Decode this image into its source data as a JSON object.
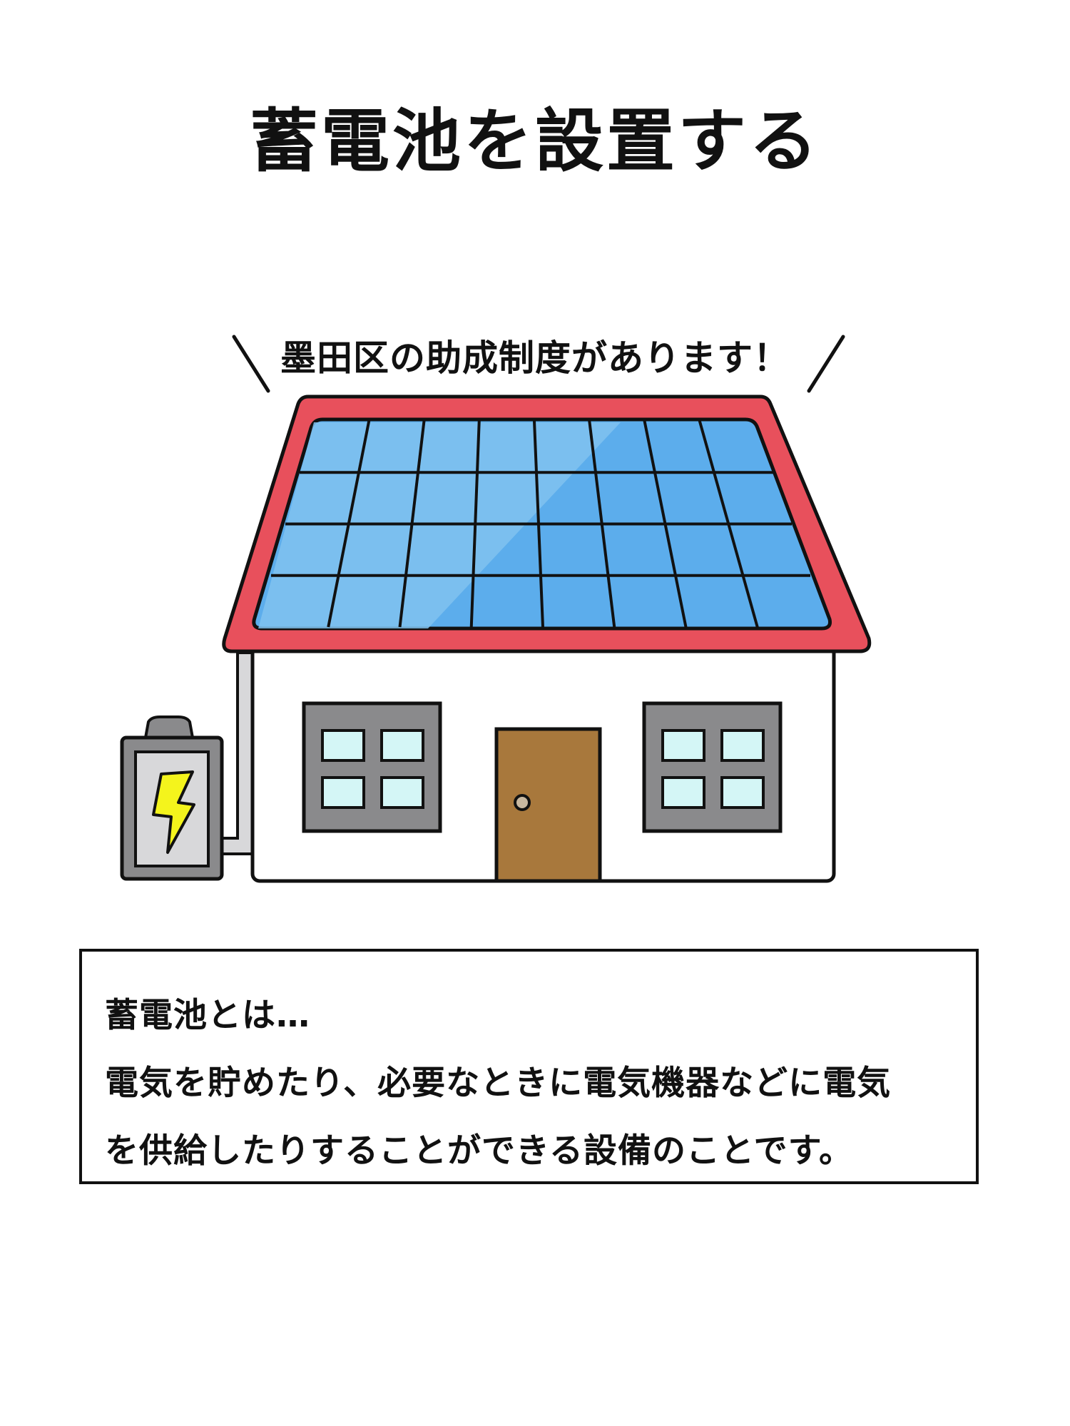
{
  "title": "蓄電池を設置する",
  "callout": "墨田区の助成制度があります！",
  "info_box": {
    "heading": "蓄電池とは…",
    "line1": "電気を貯めたり、必要なときに電気機器などに電気",
    "line2": "を供給したりすることができる設備のことです。"
  },
  "colors": {
    "roof": "#e8505c",
    "panel": "#5cadec",
    "panel_light": "#80c2f0",
    "wall": "#ffffff",
    "window_frame": "#8a8a8c",
    "window_glass": "#d4f6f6",
    "door": "#a8783c",
    "battery_body": "#8a8a8c",
    "battery_face": "#d8d8da",
    "bolt": "#f4f41c"
  }
}
